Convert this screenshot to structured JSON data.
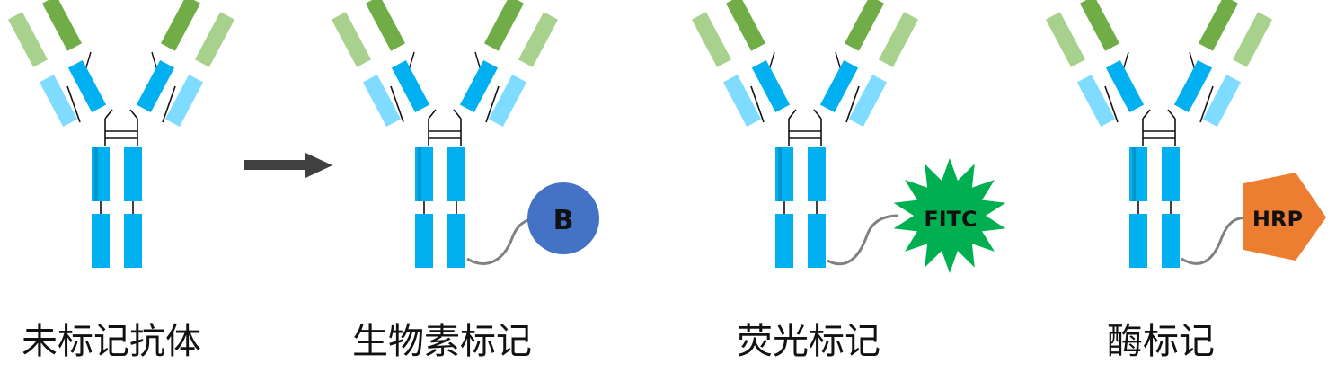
{
  "panels": [
    {
      "caption": "未标记抗体",
      "label": null
    },
    {
      "caption": "生物素标记",
      "label": {
        "text": "B",
        "shape": "circle",
        "color": "#4472C4"
      }
    },
    {
      "caption": "荧光标记",
      "label": {
        "text": "FITC",
        "shape": "starburst",
        "color": "#00B050"
      }
    },
    {
      "caption": "酶标记",
      "label": {
        "text": "HRP",
        "shape": "pentagon",
        "color": "#ED7D31"
      }
    }
  ],
  "colors": {
    "heavy_chain": "#00B0F0",
    "light_chain": "#7FDBFF",
    "heavy_variable": "#70AD47",
    "light_variable": "#A9D18E",
    "linker": "#111111",
    "tether": "#808080",
    "arrow": "#404040"
  },
  "icons": [
    "antibody-icon",
    "arrow-right-icon",
    "biotin-label-icon",
    "fitc-label-icon",
    "hrp-label-icon"
  ]
}
